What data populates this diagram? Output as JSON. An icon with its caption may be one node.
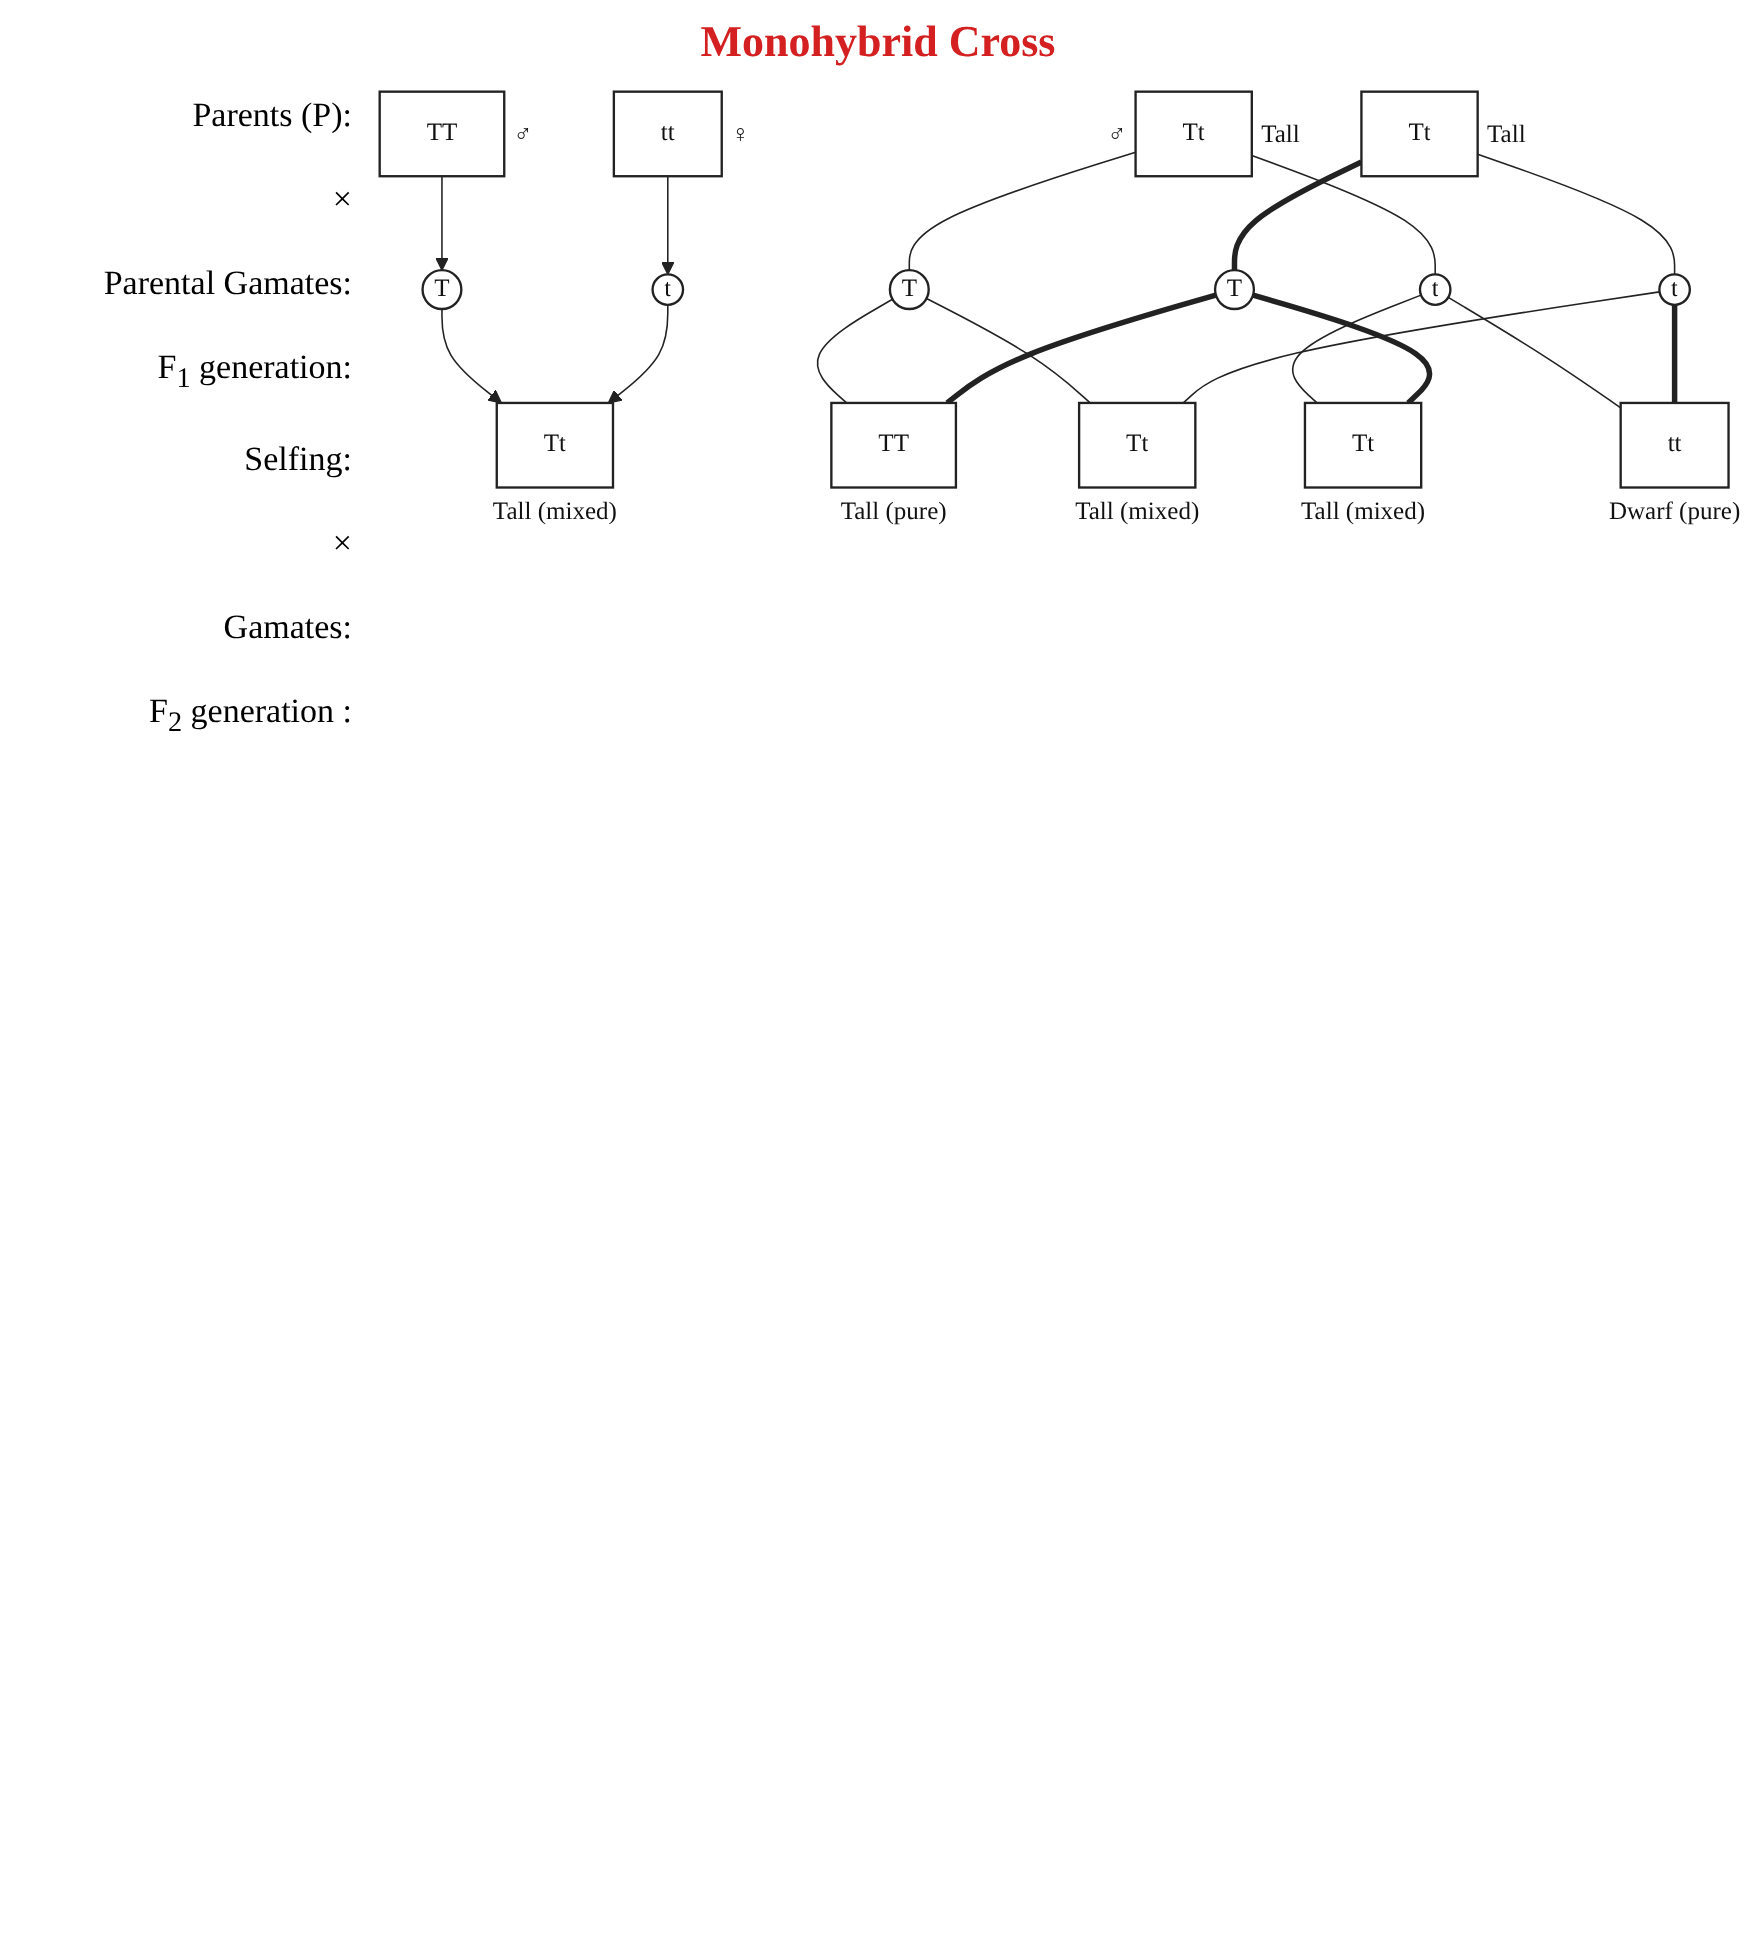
{
  "diagram": {
    "title": "Monohybrid Cross",
    "nodes": [
      {
        "text": [
          "TT"
        ],
        "beside": [
          "♂"
        ]
      },
      {
        "text": [
          "tt"
        ],
        "beside": [
          "♀"
        ]
      },
      {
        "text": [
          "T"
        ]
      },
      {
        "text": [
          "t"
        ]
      },
      {
        "text": [
          "Tt"
        ],
        "beside": [
          "Tall (mixed)"
        ]
      },
      {
        "text": [
          "Tt"
        ],
        "beside": [
          "♂",
          "Tall"
        ]
      },
      {
        "text": [
          "Tt"
        ],
        "beside": [
          "Tall"
        ]
      },
      {
        "text": [
          "T"
        ]
      },
      {
        "text": [
          "t"
        ]
      },
      {
        "text": [
          "T"
        ]
      },
      {
        "text": [
          "t"
        ]
      },
      {
        "text": [
          "TT"
        ],
        "beside": [
          "Tall (pure)"
        ]
      },
      {
        "text": [
          "Tt"
        ],
        "beside": [
          "Tall (mixed)"
        ]
      },
      {
        "text": [
          "Tt"
        ],
        "beside": [
          "Tall (mixed)"
        ]
      },
      {
        "text": [
          "tt"
        ],
        "beside": [
          "Dwarf (pure)"
        ]
      }
    ],
    "edges": [
      {
        "from": 0,
        "to": 2,
        "arrow": "to"
      },
      {
        "from": 1,
        "to": 3,
        "arrow": "to"
      },
      {
        "from": 2,
        "to": 4,
        "arrow": "to"
      },
      {
        "from": 3,
        "to": 4,
        "arrow": "to"
      },
      {
        "from": 5,
        "to": 7,
        "arrow": "none"
      },
      {
        "from": 5,
        "to": 8,
        "arrow": "none"
      },
      {
        "from": 6,
        "to": 9,
        "arrow": "none",
        "style": "thick"
      },
      {
        "from": 6,
        "to": 10,
        "arrow": "none"
      },
      {
        "from": 7,
        "to": 11,
        "arrow": "none"
      },
      {
        "from": 7,
        "to": 12,
        "arrow": "none"
      },
      {
        "from": 8,
        "to": 13,
        "arrow": "none"
      },
      {
        "from": 8,
        "to": 14,
        "arrow": "none"
      },
      {
        "from": 9,
        "to": 11,
        "arrow": "none",
        "style": "thick"
      },
      {
        "from": 9,
        "to": 13,
        "arrow": "none",
        "style": "thick"
      },
      {
        "from": 10,
        "to": 12,
        "arrow": "none"
      },
      {
        "from": 10,
        "to": 14,
        "arrow": "none",
        "style": "thick"
      }
    ],
    "labels": [
      "Parents (P):",
      "×",
      "Parental Gamates:",
      "F$_{1}$ generation:",
      "Selfing:",
      "×",
      "Gamates:",
      "F$_{2}$ generation :"
    ]
  }
}
